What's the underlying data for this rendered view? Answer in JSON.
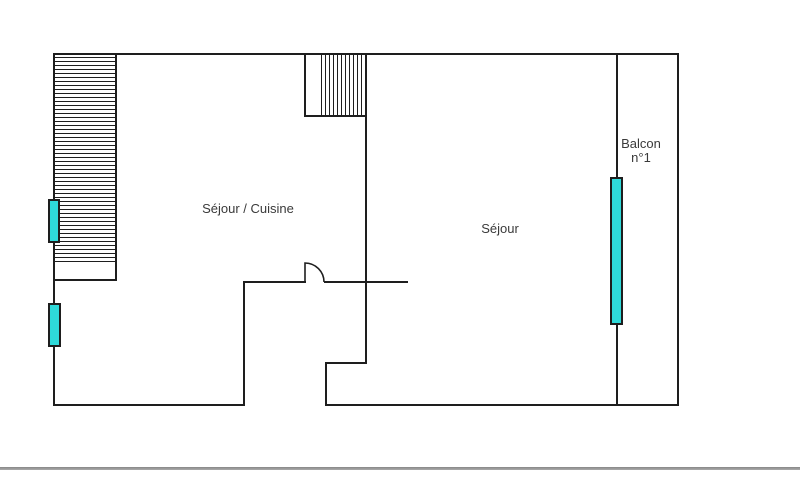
{
  "plan": {
    "type": "floor-plan",
    "rooms": [
      {
        "id": "sejour-cuisine",
        "label": "Séjour / Cuisine"
      },
      {
        "id": "sejour",
        "label": "Séjour"
      },
      {
        "id": "balcon",
        "label": "Balcon n°1",
        "lines": [
          "Balcon",
          "n°1"
        ]
      }
    ],
    "features": {
      "stairs_count": 2,
      "windows_count": 3,
      "doors_count": 1
    }
  },
  "colors": {
    "wall": "#1e1e1e",
    "window": "#2edada",
    "text": "#3a3a3a",
    "divider": "#999999",
    "background": "#ffffff"
  }
}
